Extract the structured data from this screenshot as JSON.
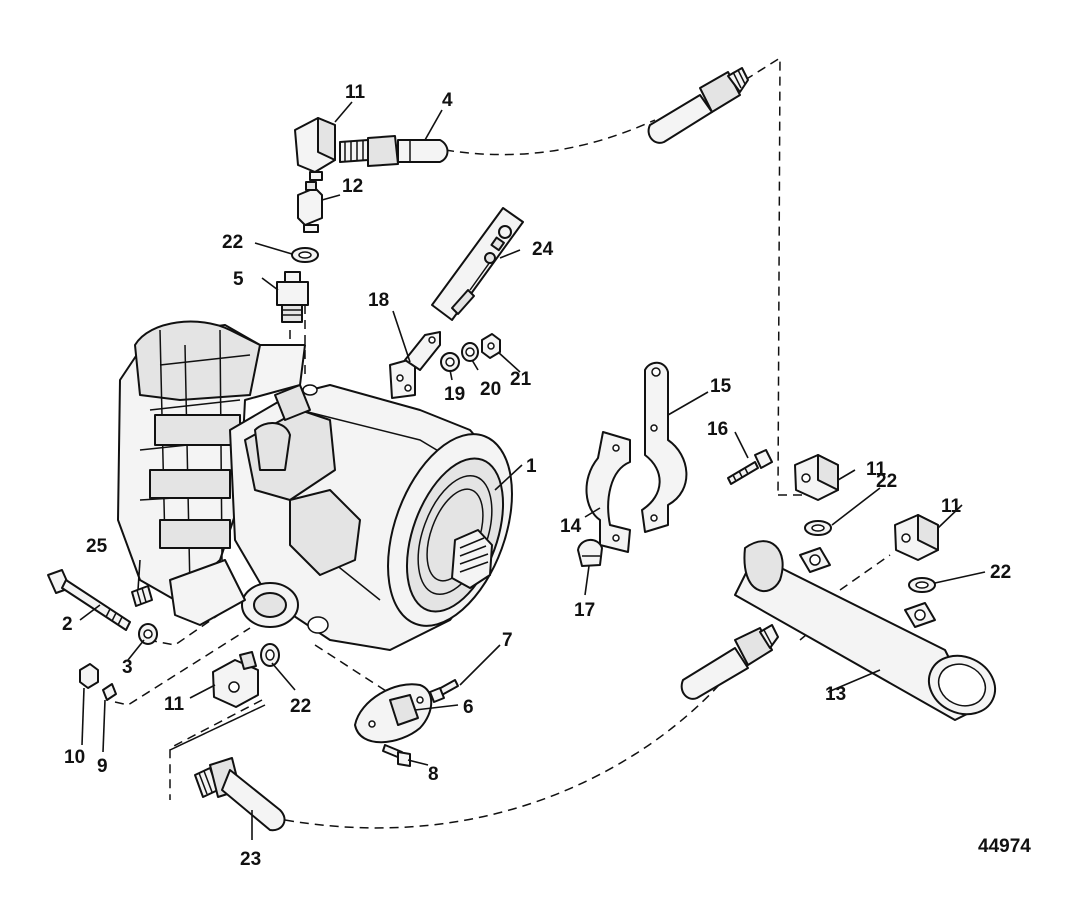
{
  "diagram": {
    "figure_number": "44974",
    "callouts": [
      "1",
      "2",
      "3",
      "4",
      "5",
      "6",
      "7",
      "8",
      "9",
      "10",
      "11",
      "11",
      "11",
      "11",
      "12",
      "13",
      "14",
      "15",
      "16",
      "17",
      "18",
      "19",
      "20",
      "21",
      "22",
      "22",
      "22",
      "22",
      "23",
      "24",
      "25"
    ]
  }
}
